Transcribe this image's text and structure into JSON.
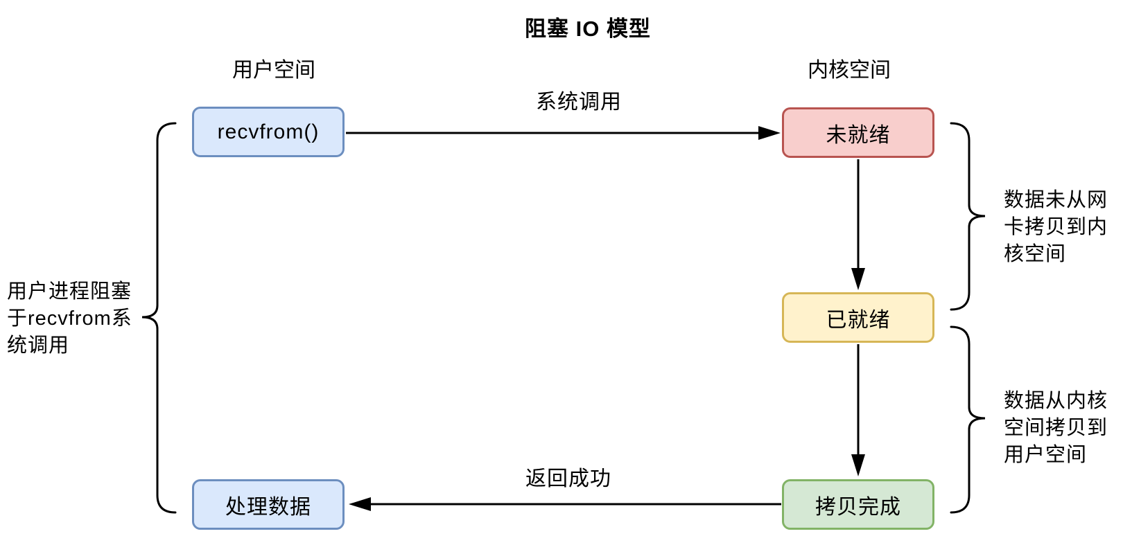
{
  "diagram": {
    "title": "阻塞 IO 模型",
    "column_headers": {
      "user_space": "用户空间",
      "kernel_space": "内核空间"
    },
    "nodes": {
      "recvfrom": "recvfrom()",
      "not_ready": "未就绪",
      "ready": "已就绪",
      "copy_done": "拷贝完成",
      "process_data": "处理数据"
    },
    "edge_labels": {
      "system_call": "系统调用",
      "return_success": "返回成功"
    },
    "annotations": {
      "left_lines": [
        "用户进程阻塞",
        "于recvfrom系",
        "统调用"
      ],
      "right_top_lines": [
        "数据未从网",
        "卡拷贝到内",
        "核空间"
      ],
      "right_bottom_lines": [
        "数据从内核",
        "空间拷贝到",
        "用户空间"
      ]
    },
    "colors": {
      "user_node_fill": "#dae8fc",
      "user_node_border": "#6c8ebf",
      "not_ready_fill": "#f8cecc",
      "not_ready_border": "#b85450",
      "ready_fill": "#fff2cc",
      "ready_border": "#d6b656",
      "copy_done_fill": "#d5e8d4",
      "copy_done_border": "#82b366",
      "connector": "#000000"
    }
  }
}
